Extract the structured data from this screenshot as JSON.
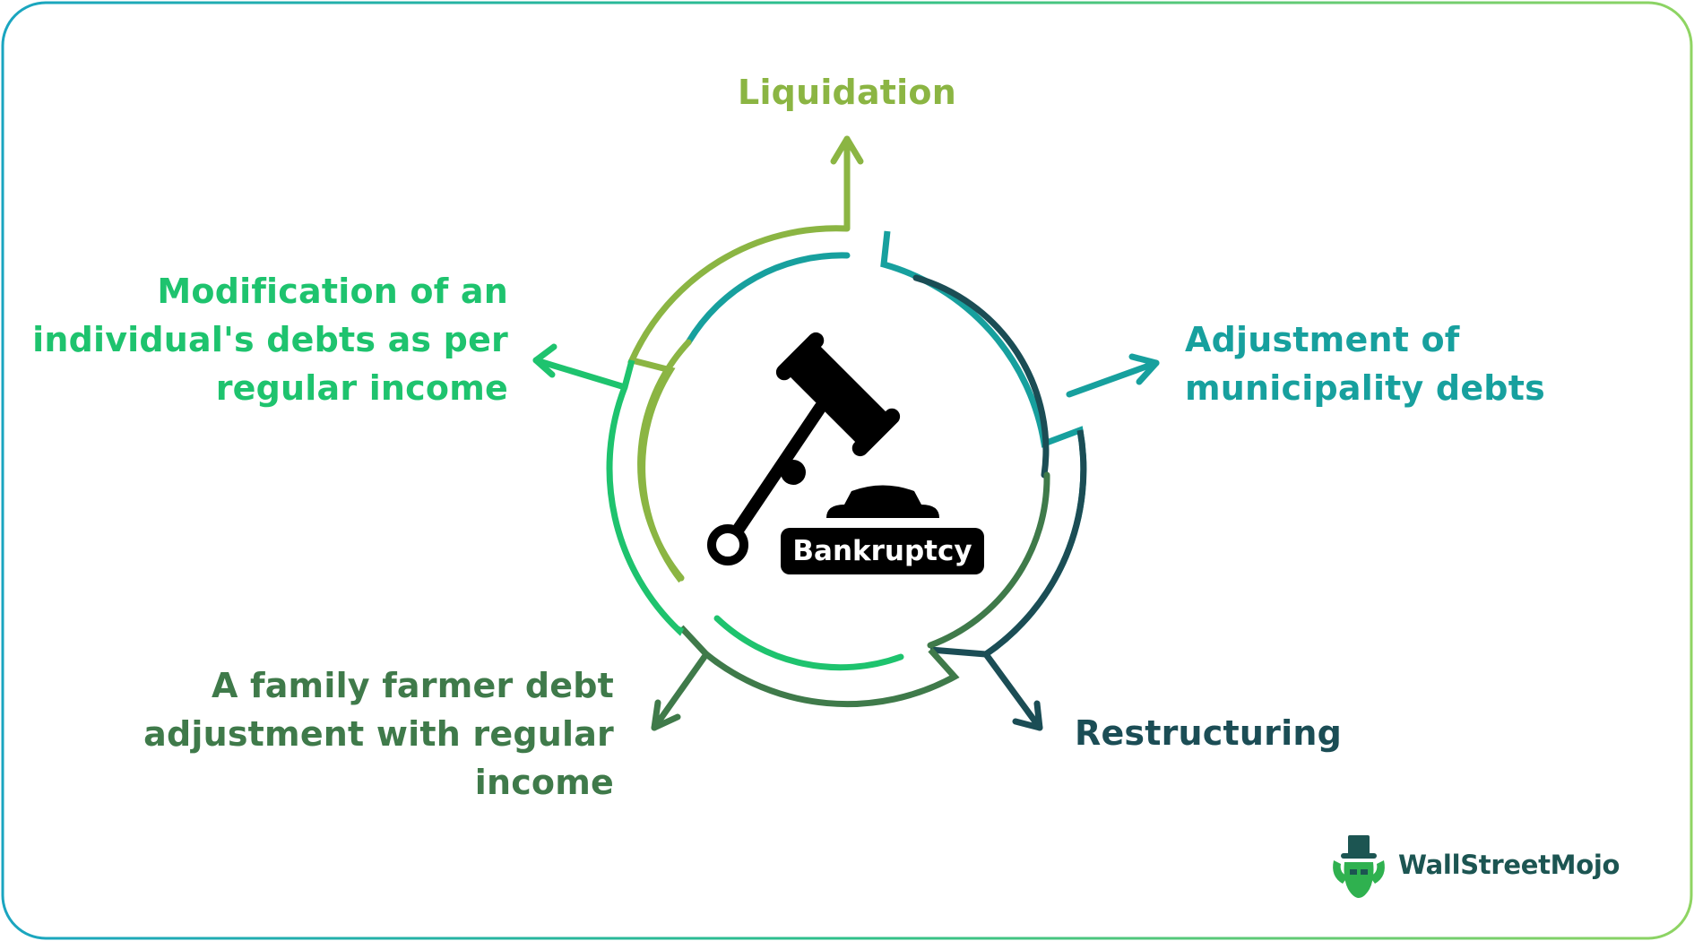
{
  "center": {
    "label": "Bankruptcy"
  },
  "labels": {
    "liquidation": "Liquidation",
    "adjustment": [
      "Adjustment of",
      "municipality debts"
    ],
    "restructuring": "Restructuring",
    "family": [
      "A family farmer debt",
      "adjustment with regular",
      "income"
    ],
    "modification": [
      "Modification of an",
      "individual's debts as per",
      "regular income"
    ]
  },
  "brand": {
    "name": "WallStreetMojo"
  },
  "colors": {
    "olive_green": "#8bb543",
    "teal": "#17a09e",
    "dark_teal": "#1b4d55",
    "dark_green": "#3f7a4a",
    "bright_green": "#1ec36e",
    "frame_start": "#1aa5c0",
    "frame_end": "#8fd462"
  },
  "icons": {
    "center": "gavel-icon",
    "brand": "bull-logo-icon"
  }
}
